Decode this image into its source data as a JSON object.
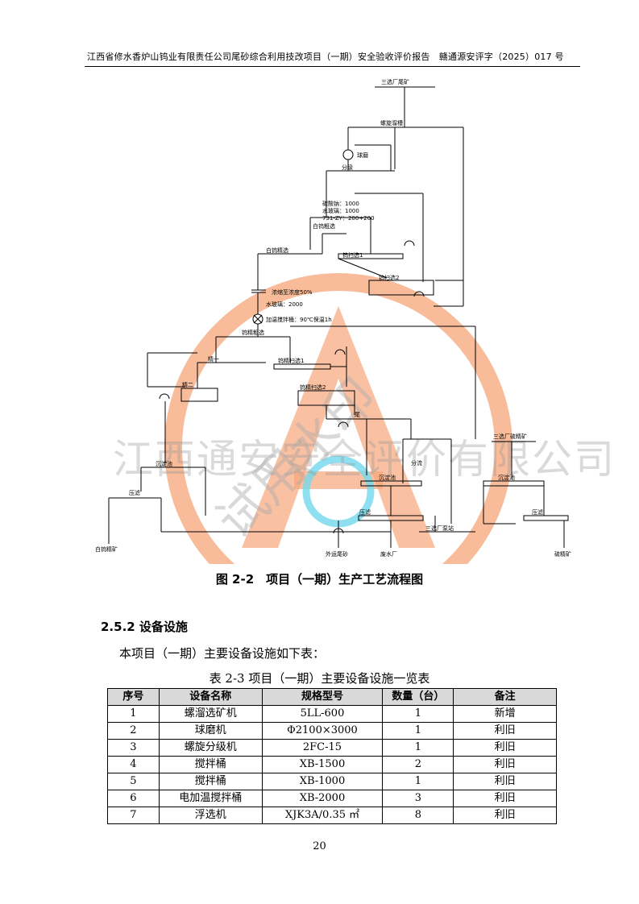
{
  "header": {
    "text": "江西省修水香炉山钨业有限责任公司尾砂综合利用技改项目（一期）安全验收评价报告　赣通源安评字（2025）017 号"
  },
  "flow": {
    "labels": {
      "feed": "三选厂尾矿",
      "spiral_chute": "螺旋溜槽",
      "ball_mill": "球磨",
      "classify": "分级",
      "reagent_1": "碳酸钠：1000",
      "reagent_2": "水玻璃：1000",
      "reagent_3": "731-ZY：200+200",
      "w_rough": "白钨粗选",
      "w_clean": "白钨精选",
      "w_scav1": "钨扫选1",
      "w_scav2": "钨扫选2",
      "thicken": "浓缩至浓度50%",
      "reagent_4": "水玻璃：2000",
      "heat_stir": "加温搅拌桶：90℃保温1h",
      "wc_rough": "钨精粗选",
      "jing1": "精一",
      "jing2": "精二",
      "wc_scav1": "钨精扫选1",
      "wc_scav2": "钨精扫选2",
      "tail_label": "尾",
      "classify2": "分流",
      "settle_l": "沉淀池",
      "settle_m": "沉淀池",
      "settle_r": "沉淀池",
      "filter_l": "压滤",
      "filter_m": "压滤",
      "filter_r": "压滤",
      "feed2": "三选厂硫精矿",
      "pump": "三选厂泵站",
      "out_w": "白钨精矿",
      "out_tail": "外运尾砂",
      "out_water": "废水厂",
      "out_s": "硫精矿"
    }
  },
  "watermark": {
    "text": "江西通安安全评价有限公司",
    "stamp": "试用水印"
  },
  "figure": {
    "caption": "图 2-2　项目（一期）生产工艺流程图"
  },
  "section": {
    "title": "2.5.2 设备设施"
  },
  "body": {
    "text": "本项目（一期）主要设备设施如下表："
  },
  "table": {
    "caption": "表 2-3 项目（一期）主要设备设施一览表",
    "headers": [
      "序号",
      "设备名称",
      "规格型号",
      "数量（台）",
      "备注"
    ],
    "rows": [
      [
        "1",
        "螺溜选矿机",
        "5LL-600",
        "1",
        "新增"
      ],
      [
        "2",
        "球磨机",
        "Φ2100×3000",
        "1",
        "利旧"
      ],
      [
        "3",
        "螺旋分级机",
        "2FC-15",
        "1",
        "利旧"
      ],
      [
        "4",
        "搅拌桶",
        "XB-1500",
        "2",
        "利旧"
      ],
      [
        "5",
        "搅拌桶",
        "XB-1000",
        "1",
        "利旧"
      ],
      [
        "6",
        "电加温搅拌桶",
        "XB-2000",
        "3",
        "利旧"
      ],
      [
        "7",
        "浮选机",
        "XJK3A/0.35 ㎡",
        "8",
        "利旧"
      ]
    ]
  },
  "page": {
    "number": "20"
  },
  "colors": {
    "stamp_orange": "#f6a57a",
    "stamp_cyan": "#72d8ec",
    "header_fill": "#d9d9d9"
  }
}
